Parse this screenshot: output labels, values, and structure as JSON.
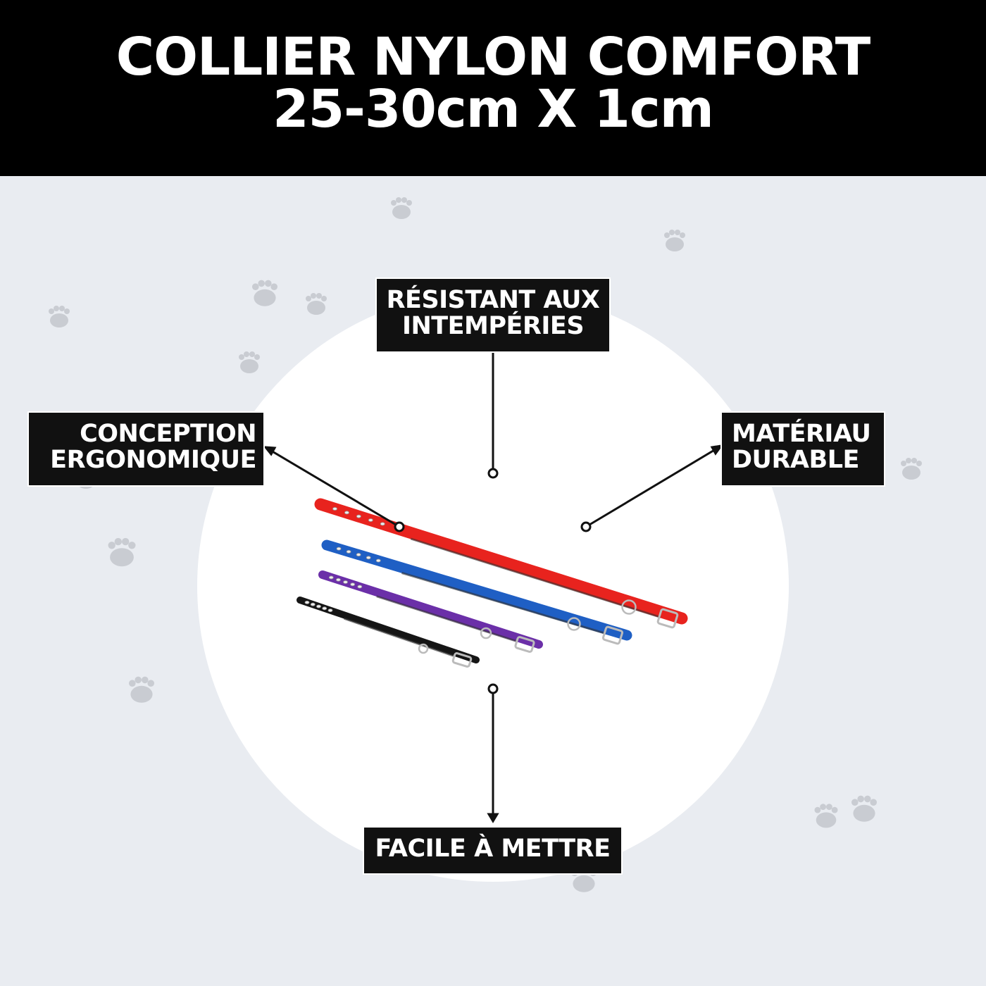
{
  "header": {
    "title_line1": "COLLIER NYLON COMFORT",
    "title_line2": "25-30cm X 1cm"
  },
  "features": {
    "top": {
      "line1": "RÉSISTANT AUX",
      "line2": "INTEMPÉRIES"
    },
    "left": {
      "line1": "CONCEPTION",
      "line2": "ERGONOMIQUE"
    },
    "right": {
      "line1": "MATÉRIAU",
      "line2": "DURABLE"
    },
    "bottom": {
      "line1": "FACILE À METTRE"
    }
  },
  "product": {
    "collar_colors": [
      "#e8231e",
      "#1f5fc4",
      "#6b2fa8",
      "#151515"
    ]
  },
  "colors": {
    "background": "#e9ecf1",
    "header": "#000000",
    "label_box": "#111111"
  }
}
